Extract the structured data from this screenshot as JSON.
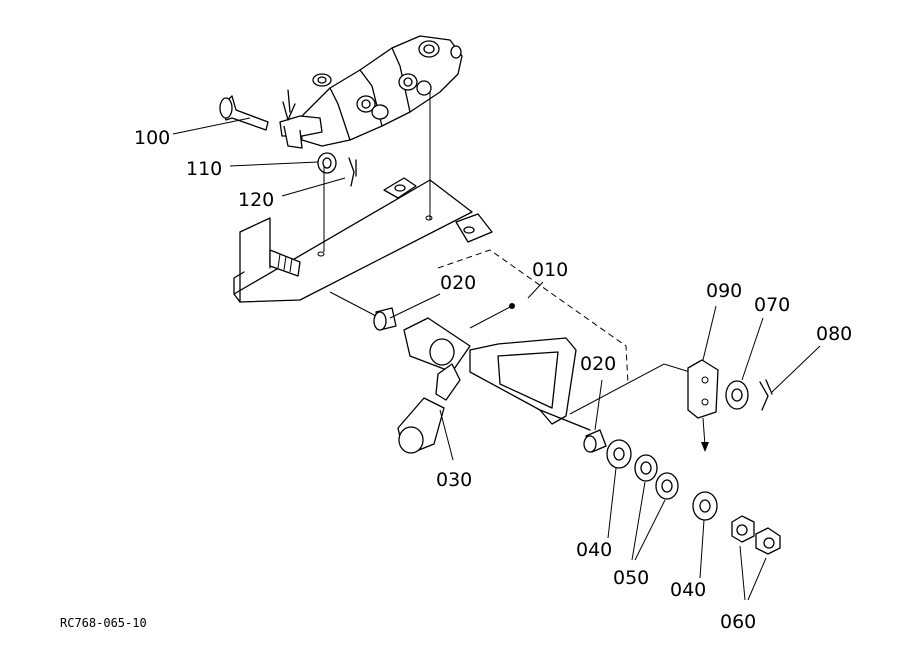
{
  "diagram": {
    "reference_code": "RC768-065-10",
    "part_labels": {
      "p010": "010",
      "p020a": "020",
      "p020b": "020",
      "p030": "030",
      "p040a": "040",
      "p040b": "040",
      "p050": "050",
      "p060": "060",
      "p070": "070",
      "p080": "080",
      "p090": "090",
      "p100": "100",
      "p110": "110",
      "p120": "120"
    }
  }
}
